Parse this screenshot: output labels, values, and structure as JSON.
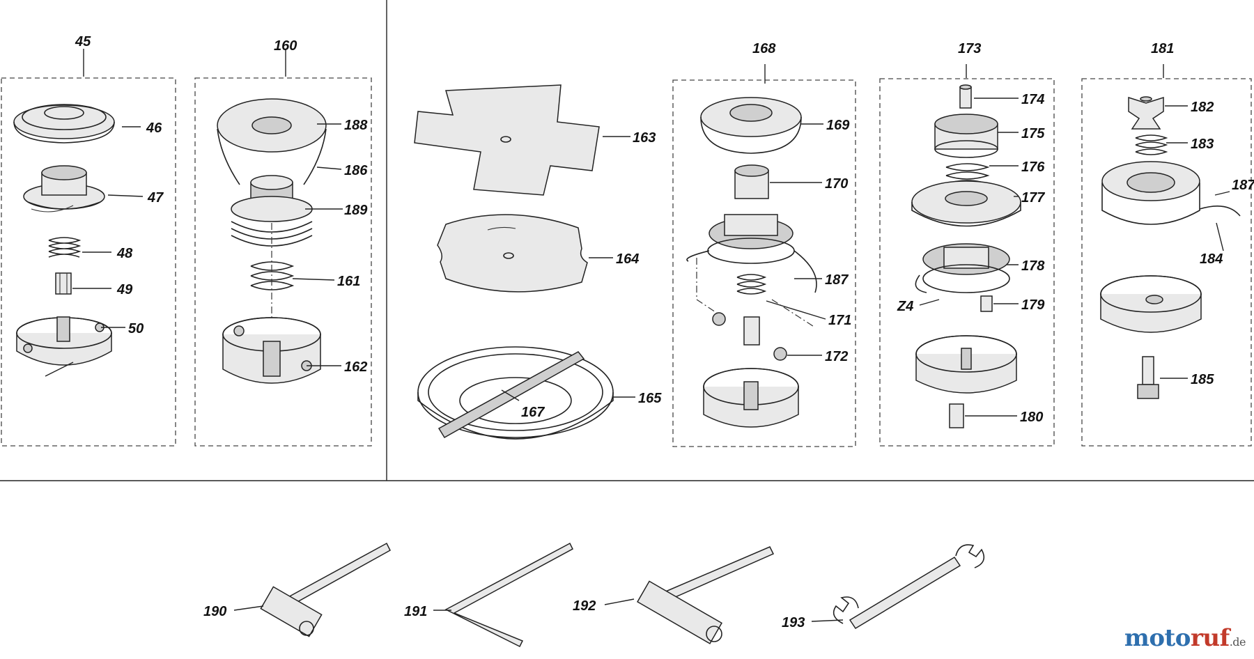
{
  "labels": {
    "l45": "45",
    "l46": "46",
    "l47": "47",
    "l48": "48",
    "l49": "49",
    "l50": "50",
    "l160": "160",
    "l188": "188",
    "l186": "186",
    "l189": "189",
    "l161": "161",
    "l162": "162",
    "l163": "163",
    "l164": "164",
    "l165": "165",
    "l167": "167",
    "l168": "168",
    "l169": "169",
    "l170": "170",
    "l187a": "187",
    "l171": "171",
    "l172": "172",
    "l173": "173",
    "l174": "174",
    "l175": "175",
    "l176": "176",
    "l177": "177",
    "l178": "178",
    "l179": "179",
    "lz4": "Z4",
    "l180": "180",
    "l181": "181",
    "l182": "182",
    "l183": "183",
    "l187b": "187",
    "l184": "184",
    "l185": "185",
    "l190": "190",
    "l191": "191",
    "l192": "192",
    "l193": "193"
  },
  "brand": {
    "part1": "moto",
    "part2": "ruf",
    "tld": ".de"
  }
}
